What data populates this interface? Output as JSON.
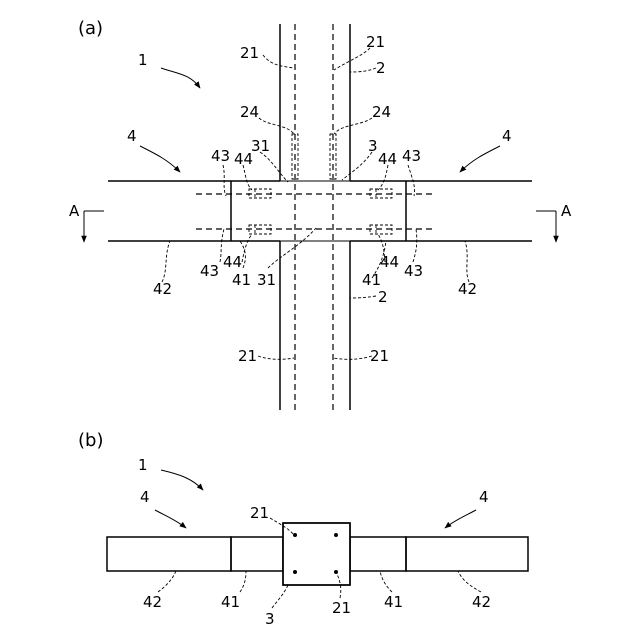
{
  "figure": {
    "panel_a": {
      "caption": "(a)",
      "section_marks": [
        "A",
        "A"
      ],
      "labels": {
        "assembly": "1",
        "column": "2",
        "column_lower": "2",
        "rod_tl": "21",
        "rod_tr": "21",
        "rod_bl": "21",
        "rod_br": "21",
        "anchor_l": "24",
        "anchor_r": "24",
        "joint": "3",
        "joint_part_top": "31",
        "joint_part_bottom": "31",
        "beam_l": "4",
        "beam_r": "4",
        "bolt_tl": "43",
        "bolt_tr": "43",
        "bolt_bl": "43",
        "bolt_br": "43",
        "plate_tl": "44",
        "plate_tr": "44",
        "plate_bl": "44",
        "plate_br": "44",
        "beam_end_l": "41",
        "beam_end_r": "41",
        "beam_body_l": "42",
        "beam_body_r": "42"
      }
    },
    "panel_b": {
      "caption": "(b)",
      "labels": {
        "assembly": "1",
        "beam_l": "4",
        "beam_r": "4",
        "rod_top": "21",
        "rod_bottom": "21",
        "joint": "3",
        "beam_body_l": "42",
        "beam_body_r": "42",
        "beam_end_l": "41",
        "beam_end_r": "41"
      }
    }
  }
}
